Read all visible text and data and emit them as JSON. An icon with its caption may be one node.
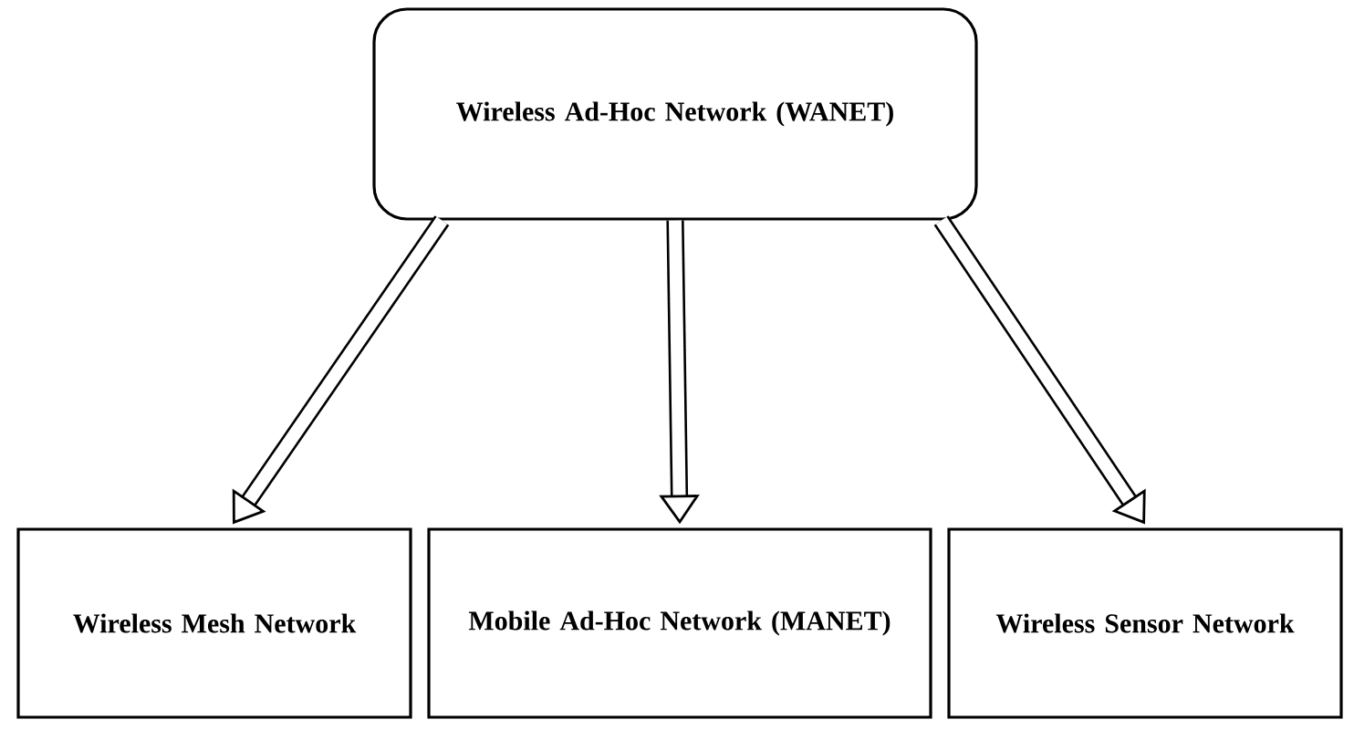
{
  "diagram": {
    "nodes": [
      {
        "text": [
          "Wireless Ad-Hoc Network (WANET)"
        ]
      },
      {
        "text": [
          "Wireless Mesh Network"
        ]
      },
      {
        "text": [
          "Mobile Ad-Hoc Network (MANET)"
        ]
      },
      {
        "text": [
          "Wireless Sensor Network"
        ]
      }
    ],
    "edges": [
      {
        "from": 0,
        "to": 1,
        "arrow": "to"
      },
      {
        "from": 0,
        "to": 2,
        "arrow": "to"
      },
      {
        "from": 0,
        "to": 3,
        "arrow": "to"
      }
    ]
  }
}
